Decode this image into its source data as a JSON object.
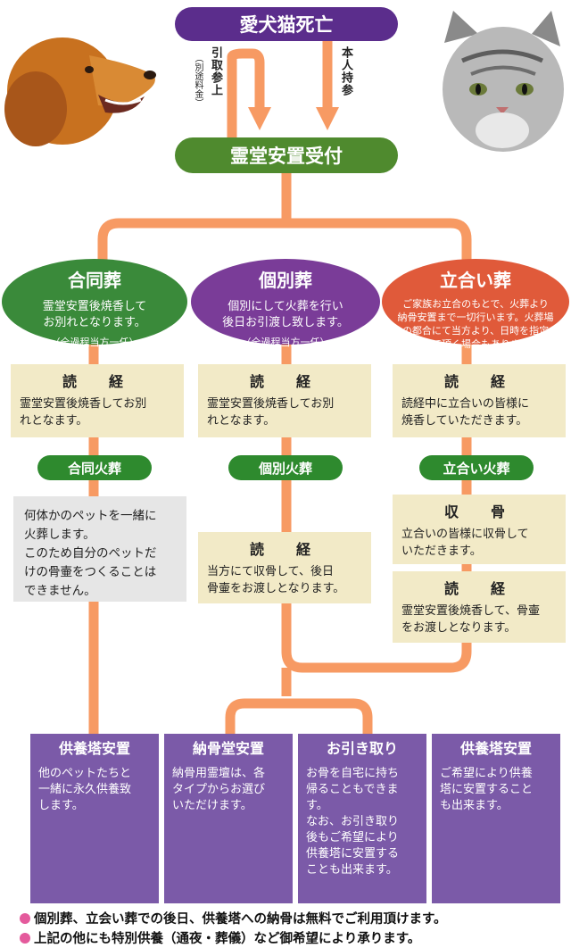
{
  "top": {
    "death_label": "愛犬猫死亡",
    "reception_label": "霊堂安置受付"
  },
  "arrows": {
    "pickup_label": "引取参上",
    "pickup_note": "（別途料金）",
    "bring_label": "本人持参"
  },
  "plans": [
    {
      "title": "合同葬",
      "text": [
        "霊堂安置後焼香して",
        "お別れとなります。"
      ],
      "note": "（全過程当方一任）",
      "color": "#3a8a3a"
    },
    {
      "title": "個別葬",
      "text": [
        "個別にして火葬を行い",
        "後日お引渡し致します。"
      ],
      "note": "（全過程当方一任）",
      "color": "#7a3c98"
    },
    {
      "title": "立合い葬",
      "text": [
        "ご家族お立合のもとで、火葬より",
        "納骨安置まで一切行います。火葬場",
        "の都合にて当方より、日時を指定",
        "させて頂く場合もあります。"
      ],
      "note": "",
      "color": "#e05a3a"
    }
  ],
  "sutra_boxes": [
    {
      "title": "読　経",
      "text": [
        "霊堂安置後焼香してお別",
        "れとなます。"
      ]
    },
    {
      "title": "読　経",
      "text": [
        "霊堂安置後焼香してお別",
        "れとなます。"
      ]
    },
    {
      "title": "読　経",
      "text": [
        "読経中に立合いの皆様に",
        "焼香していただきます。"
      ]
    }
  ],
  "cremation": [
    "合同火葬",
    "個別火葬",
    "立合い火葬"
  ],
  "joint_note": [
    "何体かのペットを一緒に",
    "火葬します。",
    "このため自分のペットだ",
    "けの骨壷をつくることは",
    "できません。"
  ],
  "individual_after": {
    "title": "読　経",
    "text": [
      "当方にて収骨して、後日",
      "骨壷をお渡しとなります。"
    ]
  },
  "attend_bones": {
    "title": "収　骨",
    "text": [
      "立合いの皆様に収骨して",
      "いただきます。"
    ]
  },
  "attend_after": {
    "title": "読　経",
    "text": [
      "霊堂安置後焼香して、骨壷",
      "をお渡しとなります。"
    ]
  },
  "final_options": [
    {
      "title": "供養塔安置",
      "text": [
        "他のペットたちと",
        "一緒に永久供養致",
        "します。"
      ]
    },
    {
      "title": "納骨堂安置",
      "text": [
        "納骨用霊壇は、各",
        "タイプからお選び",
        "いただけます。"
      ]
    },
    {
      "title": "お引き取り",
      "text": [
        "お骨を自宅に持ち",
        "帰ることもできま",
        "す。",
        "なお、お引き取り",
        "後もご希望により",
        "供養塔に安置する",
        "ことも出来ます。"
      ]
    },
    {
      "title": "供養塔安置",
      "text": [
        "ご希望により供養",
        "塔に安置すること",
        "も出来ます。"
      ]
    }
  ],
  "notes": [
    "個別葬、立会い葬での後日、供養塔への納骨は無料でご利用頂けます。",
    "上記の他にも特別供養（通夜・葬儀）など御希望により承ります。"
  ],
  "colors": {
    "connector": "#f79a63",
    "purple": "#5b2d8c",
    "reception": "#4f8a2e",
    "beige": "#f2eac7",
    "final_box": "#7b5aa8",
    "bullet": "#e45a9c"
  },
  "images": {
    "dog": "dog-photo",
    "cat": "cat-photo"
  }
}
